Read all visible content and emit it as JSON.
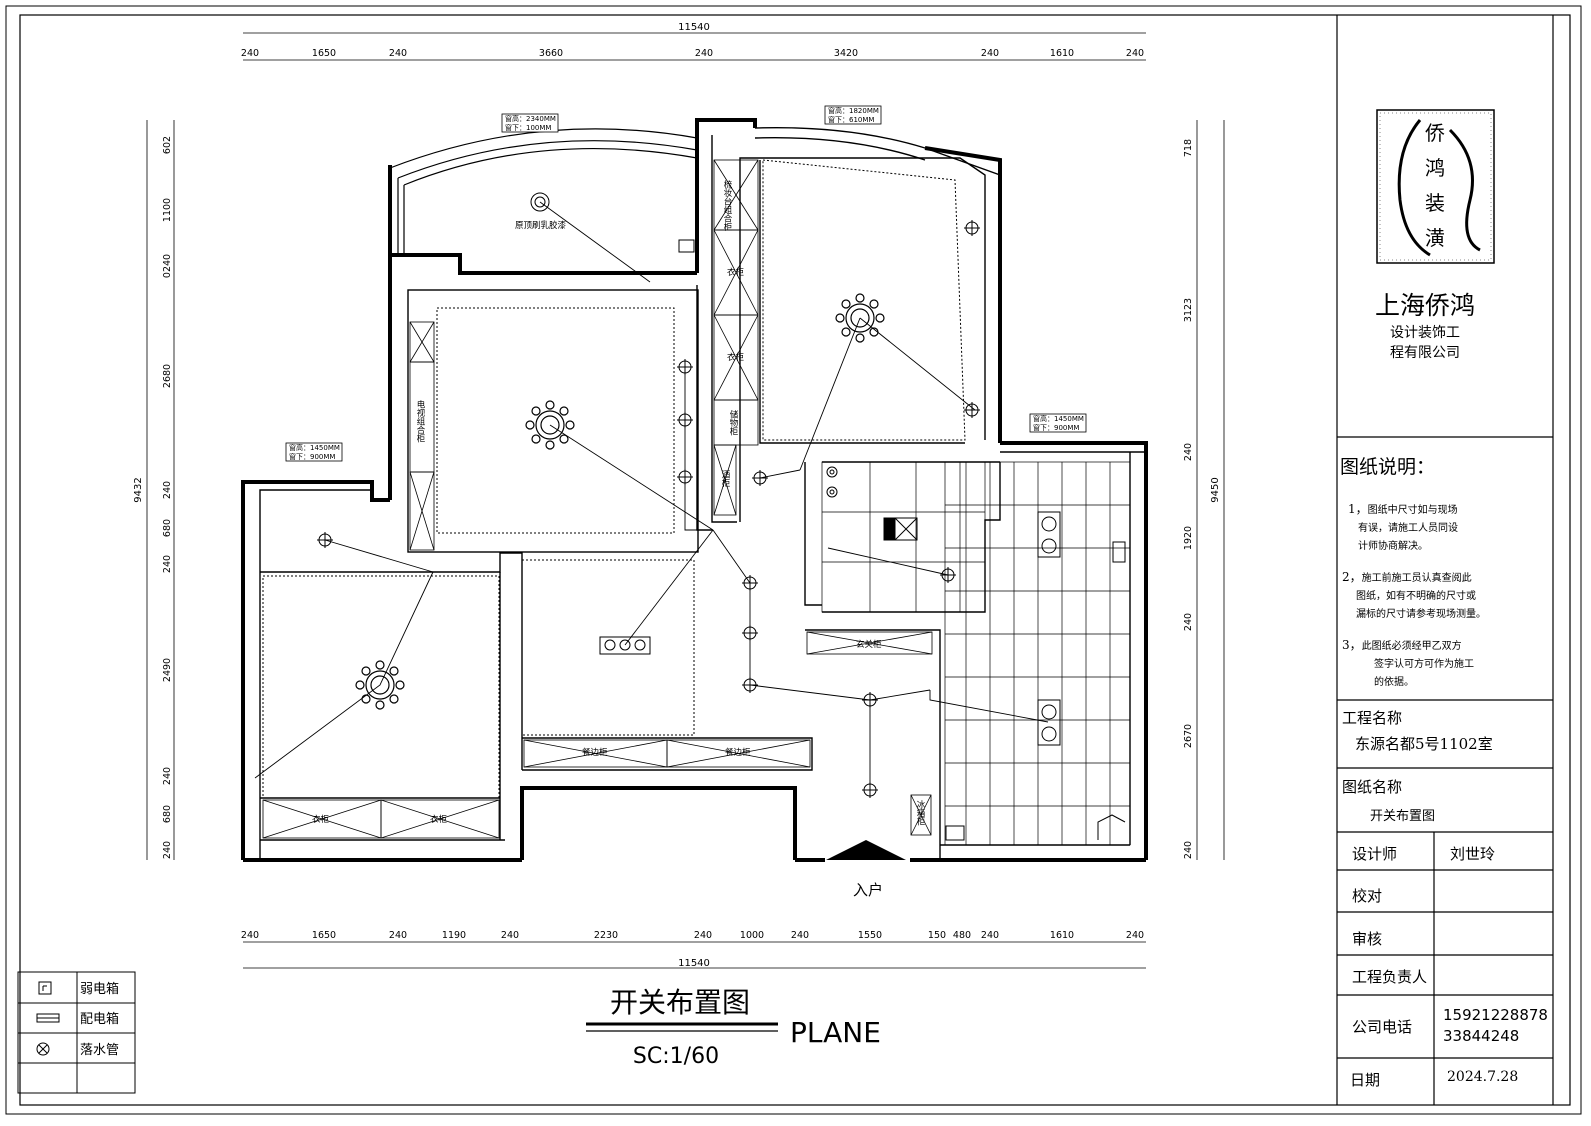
{
  "drawing": {
    "top_dims": [
      "240",
      "1650",
      "240",
      "3660",
      "240",
      "3420",
      "240",
      "1610",
      "240"
    ],
    "top_total": "11540",
    "bottom_dims": [
      "240",
      "1650",
      "240",
      "1190",
      "240",
      "2230",
      "240",
      "1000",
      "240",
      "1550",
      "150",
      "480",
      "240",
      "1610",
      "240"
    ],
    "bottom_total": "11540",
    "left_dims": [
      "602",
      "1100",
      "0240",
      "2680",
      "240",
      "680",
      "240",
      "2490",
      "240",
      "680",
      "240"
    ],
    "left_total": "9432",
    "right_dims": [
      "718",
      "3123",
      "240",
      "1920",
      "240",
      "2670",
      "240"
    ],
    "right_total": "9450",
    "entrance": "入户",
    "room_labels": {
      "ceiling": "原顶刷乳胶漆",
      "dresser": "梳妆台组合柜",
      "wardrobe1": "衣柜",
      "wardrobe2": "衣柜",
      "storage": "储物柜",
      "wine": "酒柜",
      "tv": "电视组合柜",
      "shoe": "玄关柜",
      "side1": "餐边柜",
      "side2": "餐边柜",
      "closet1": "衣柜",
      "closet2": "衣柜",
      "fridge": "冰箱柜"
    },
    "window_notes": [
      {
        "h": "窗高：2340MM",
        "s": "窗下：100MM"
      },
      {
        "h": "窗高：1820MM",
        "s": "窗下：610MM"
      },
      {
        "h": "窗高：1450MM",
        "s": "窗下：900MM"
      },
      {
        "h": "窗高：1450MM",
        "s": "窗下：900MM"
      }
    ]
  },
  "legend": [
    {
      "icon": "weak-current-box-icon",
      "label": "弱电箱"
    },
    {
      "icon": "distribution-box-icon",
      "label": "配电箱"
    },
    {
      "icon": "drain-pipe-icon",
      "label": "落水管"
    }
  ],
  "title": {
    "main": "开关布置图",
    "scale": "SC:1/60",
    "plane": "PLANE"
  },
  "title_block": {
    "logo_text": [
      "侨",
      "鸿",
      "装",
      "潢"
    ],
    "company": "上海侨鸿",
    "company_sub1": "设计装饰工",
    "company_sub2": "程有限公司",
    "notes_header": "图纸说明：",
    "notes": [
      {
        "num": "1，",
        "lines": [
          "图纸中尺寸如与现场",
          "有误，请施工人员同设",
          "计师协商解决。"
        ]
      },
      {
        "num": "2，",
        "lines": [
          "施工前施工员认真查阅此",
          "图纸，如有不明确的尺寸或",
          "漏标的尺寸请参考现场测量。"
        ]
      },
      {
        "num": "3，",
        "lines": [
          "此图纸必须经甲乙双方",
          "签字认可方可作为施工",
          "的依据。"
        ]
      }
    ],
    "project_label": "工程名称",
    "project_value": "东源名都5号1102室",
    "drawing_label": "图纸名称",
    "drawing_value": "开关布置图",
    "designer_label": "设计师",
    "designer_value": "刘世玲",
    "check_label": "校对",
    "review_label": "审核",
    "manager_label": "工程负责人",
    "phone_label": "公司电话",
    "phone_values": [
      "15921228878",
      "33844248"
    ],
    "date_label": "日期",
    "date_value": "2024.7.28"
  }
}
